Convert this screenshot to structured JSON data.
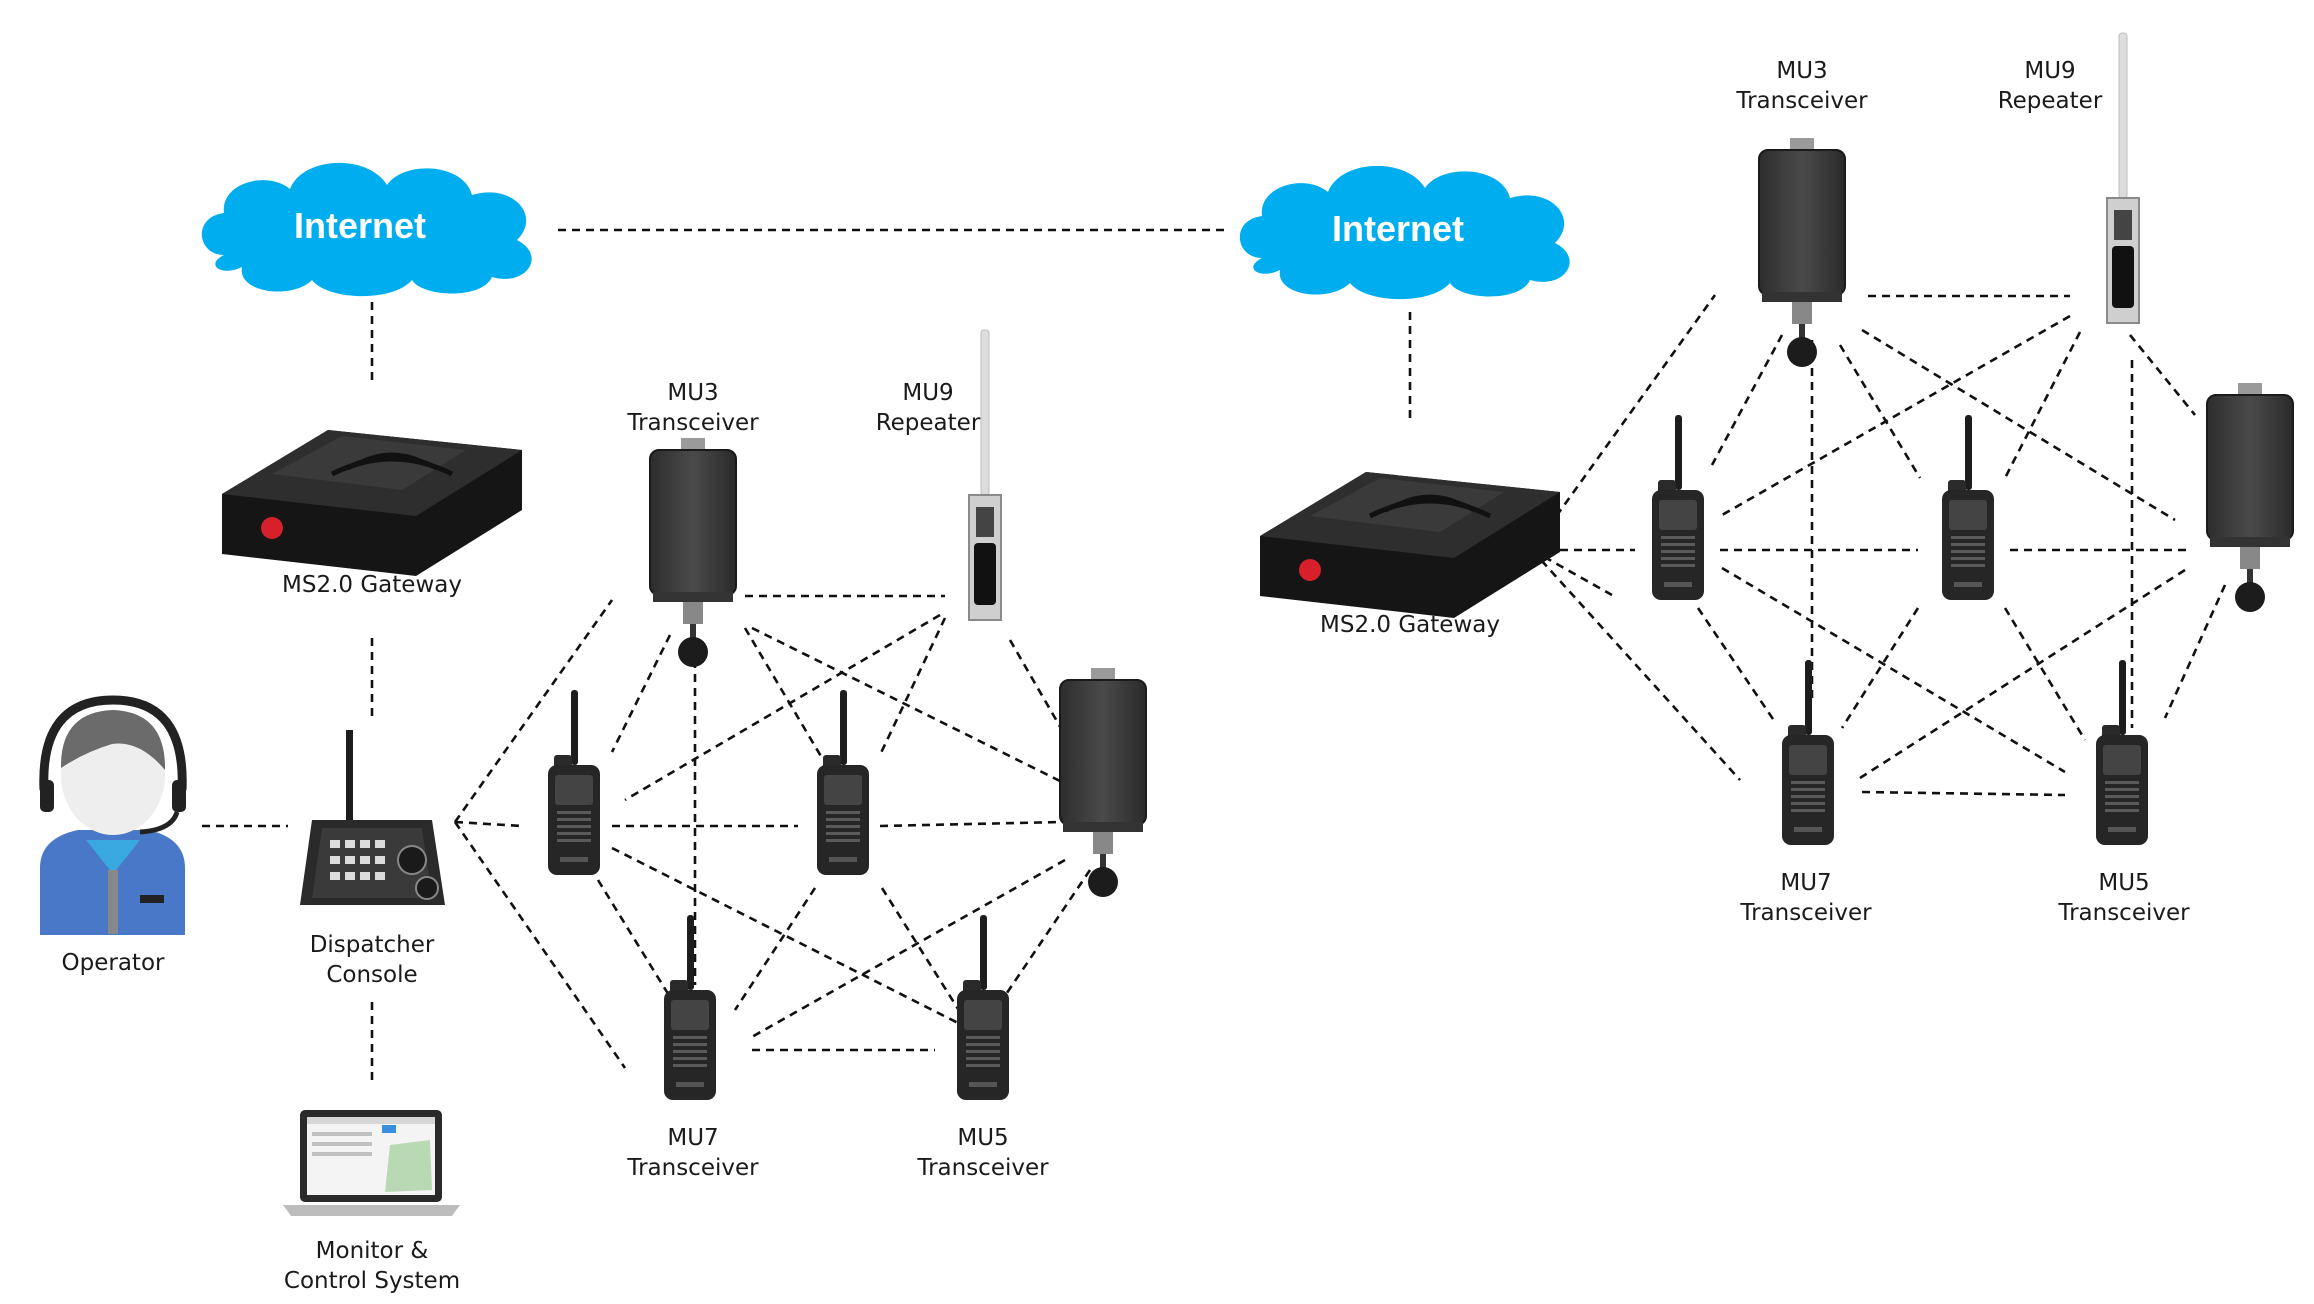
{
  "colors": {
    "cloud": "#00aeef",
    "device": "#3a3a3a",
    "operator_shirt": "#4a78c8",
    "accent_red": "#d8202a"
  },
  "left": {
    "cloud_label": "Internet",
    "gateway": [
      "MS2.0 Gateway"
    ],
    "operator": [
      "Operator"
    ],
    "console": [
      "Dispatcher",
      "Console"
    ],
    "monitor": [
      "Monitor &",
      "Control System"
    ],
    "mu3": [
      "MU3",
      "Transceiver"
    ],
    "mu9": [
      "MU9",
      "Repeater"
    ],
    "mu7": [
      "MU7",
      "Transceiver"
    ],
    "mu5": [
      "MU5",
      "Transceiver"
    ]
  },
  "right": {
    "cloud_label": "Internet",
    "gateway": [
      "MS2.0 Gateway"
    ],
    "mu3": [
      "MU3",
      "Transceiver"
    ],
    "mu9": [
      "MU9",
      "Repeater"
    ],
    "mu7": [
      "MU7",
      "Transceiver"
    ],
    "mu5": [
      "MU5",
      "Transceiver"
    ]
  },
  "icons": [
    "cloud-icon",
    "gateway-icon",
    "operator-icon",
    "dispatcher-console-icon",
    "laptop-icon",
    "transceiver-box-icon",
    "repeater-antenna-icon",
    "walkie-talkie-icon"
  ]
}
